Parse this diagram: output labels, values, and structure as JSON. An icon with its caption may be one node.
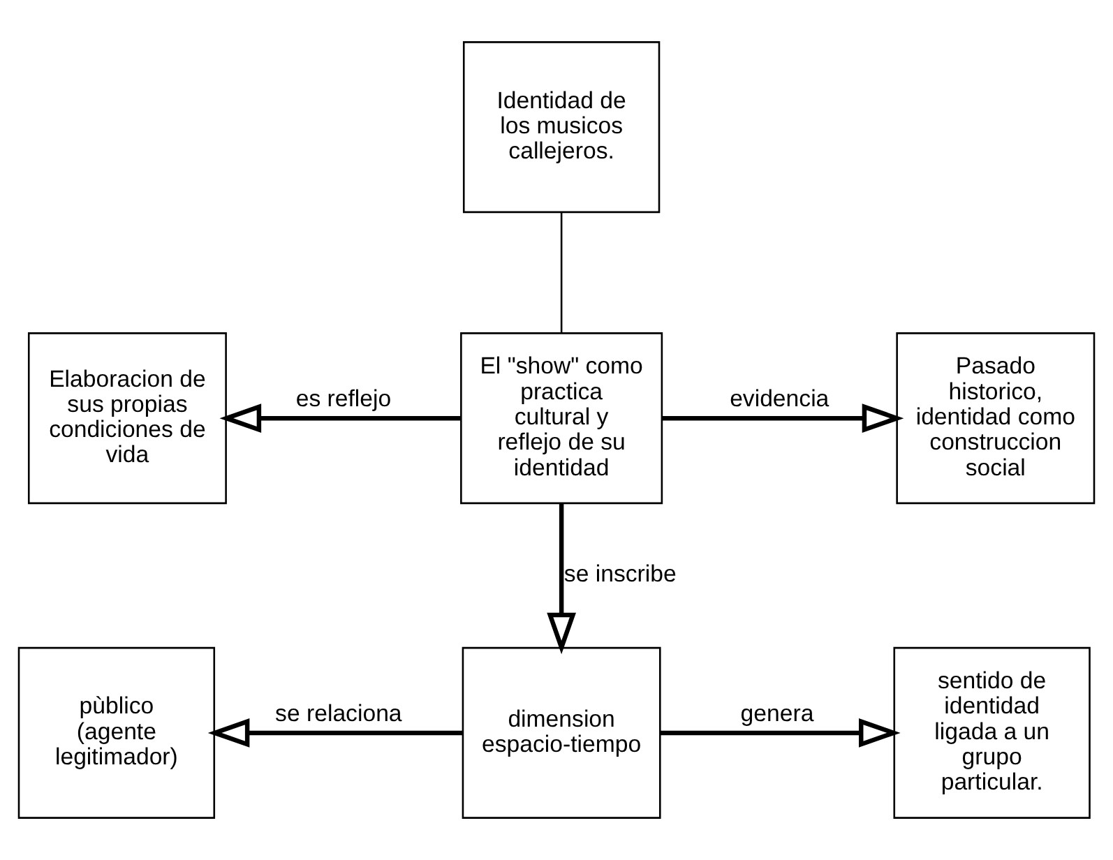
{
  "diagram": {
    "nodes": [
      {
        "text": [
          "Identidad de los musicos callejeros."
        ]
      },
      {
        "text": [
          "Elaboracion de sus propias condiciones de vida"
        ]
      },
      {
        "text": [
          "El \"show\" como practica cultural y reflejo de su identidad"
        ]
      },
      {
        "text": [
          "Pasado historico, identidad como construccion social"
        ]
      },
      {
        "text": [
          "pùblico (agente legitimador)"
        ]
      },
      {
        "text": [
          "dimension espacio-tiempo"
        ]
      },
      {
        "text": [
          "sentido de identidad ligada a un grupo particular."
        ]
      }
    ],
    "edges": [
      {
        "from": 0,
        "to": 2,
        "arrow": "none"
      },
      {
        "from": 2,
        "to": 1,
        "arrow": "to",
        "label": "es reflejo"
      },
      {
        "from": 2,
        "to": 3,
        "arrow": "to",
        "label": "evidencia"
      },
      {
        "from": 2,
        "to": 5,
        "arrow": "to",
        "label": "se inscribe"
      },
      {
        "from": 5,
        "to": 4,
        "arrow": "to",
        "label": "se relaciona"
      },
      {
        "from": 5,
        "to": 6,
        "arrow": "to",
        "label": "genera"
      }
    ]
  }
}
